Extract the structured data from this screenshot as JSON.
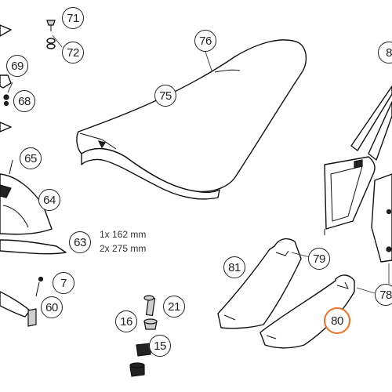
{
  "callouts": {
    "c71": "71",
    "c72": "72",
    "c69": "69",
    "c68": "68",
    "c65": "65",
    "c64": "64",
    "c63": "63",
    "c7": "7",
    "c60": "60",
    "c76": "76",
    "c75": "75",
    "c81": "81",
    "c79": "79",
    "c80": "80",
    "c78": "78",
    "c8x": "8",
    "c21": "21",
    "c16": "16",
    "c15": "15"
  },
  "dimensions": {
    "line1": "1x 162 mm",
    "line2": "2x 275 mm"
  },
  "colors": {
    "highlight": "#e8702a",
    "line": "#111111"
  },
  "highlighted_part": "80"
}
